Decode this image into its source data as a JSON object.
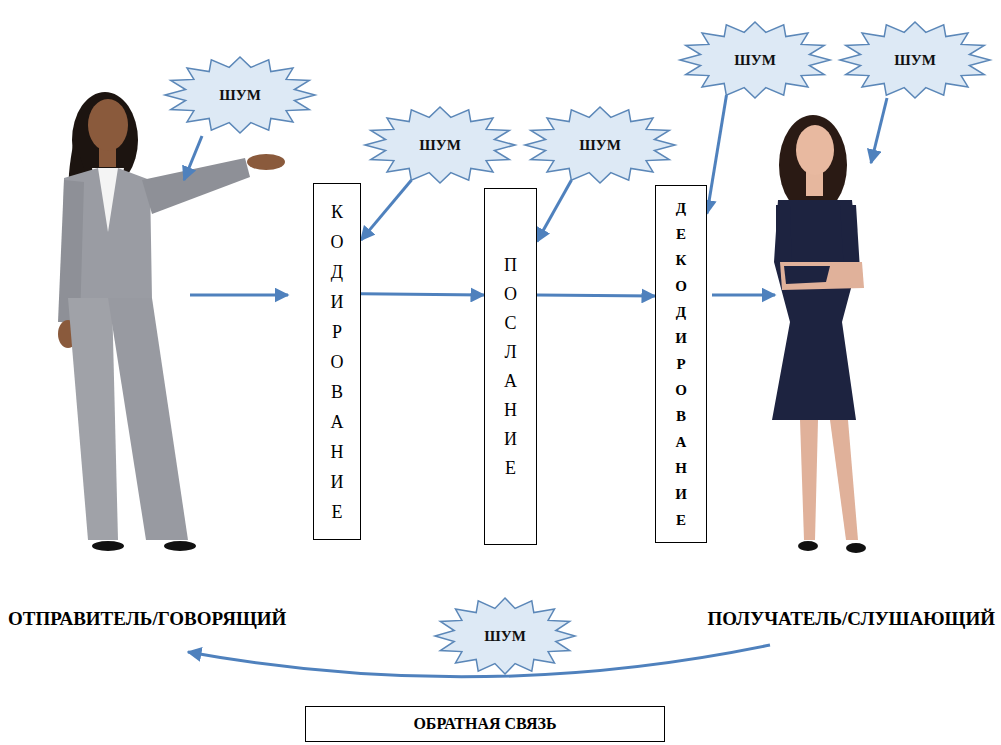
{
  "diagram": {
    "nodes": [
      {
        "text": [
          "ШУМ"
        ]
      },
      {
        "text": [
          "КОДИРОВАНИЕ"
        ]
      },
      {
        "text": [
          "ШУМ"
        ]
      },
      {
        "text": [
          "ПОСЛАНИЕ"
        ]
      },
      {
        "text": [
          "ШУМ"
        ]
      },
      {
        "text": [
          "ДЕКОДИРОВАНИЕ"
        ]
      },
      {
        "text": [
          "ШУМ"
        ]
      },
      {
        "text": [
          "ШУМ"
        ]
      },
      {
        "text": [
          "ШУМ"
        ]
      },
      {
        "text": [
          "ОБРАТНАЯ СВЯЗЬ"
        ]
      }
    ],
    "edges": [
      {
        "from": 1,
        "to": 3,
        "arrow": "to"
      },
      {
        "from": 3,
        "to": 5,
        "arrow": "to"
      },
      {
        "from": 2,
        "to": 1,
        "arrow": "to"
      },
      {
        "from": 4,
        "to": 3,
        "arrow": "to"
      },
      {
        "from": 6,
        "to": 5,
        "arrow": "to"
      }
    ],
    "labels": [
      "ОТПРАВИТЕЛЬ/ГОВОРЯЩИЙ",
      "ПОЛУЧАТЕЛЬ/СЛУШАЮЩИЙ"
    ]
  }
}
